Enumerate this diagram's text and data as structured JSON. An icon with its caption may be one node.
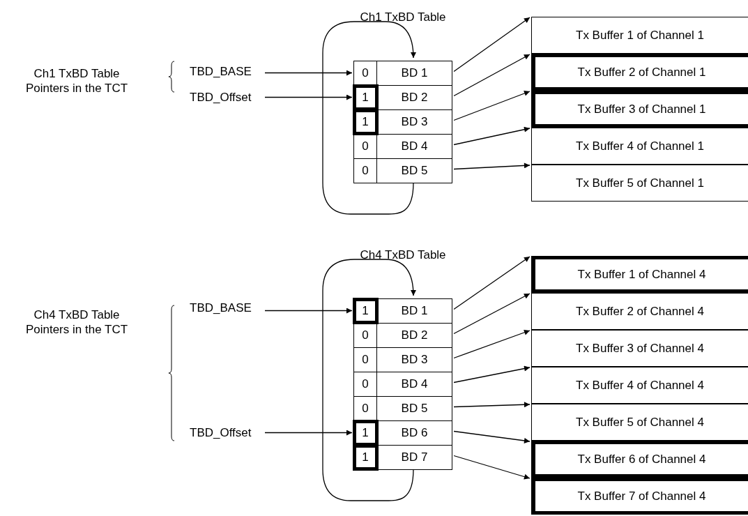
{
  "diagram": {
    "nodes": [
      {
        "text": [
          "Ch1 TxBD Table"
        ]
      },
      {
        "text": [
          "0",
          "BD 1"
        ],
        "in": 0
      },
      {
        "text": [
          "1",
          "BD 2"
        ],
        "in": 0
      },
      {
        "text": [
          "1",
          "BD 3"
        ],
        "in": 0
      },
      {
        "text": [
          "0",
          "BD 4"
        ],
        "in": 0
      },
      {
        "text": [
          "0",
          "BD 5"
        ],
        "in": 0
      },
      {
        "text": [
          "TBD_BASE"
        ]
      },
      {
        "text": [
          "TBD_Offset"
        ]
      },
      {
        "text": [
          "Tx Buffer 1 of Channel 1"
        ]
      },
      {
        "text": [
          "Tx Buffer 2 of Channel 1"
        ]
      },
      {
        "text": [
          "Tx Buffer 3 of Channel 1"
        ]
      },
      {
        "text": [
          "Tx Buffer 4 of Channel 1"
        ]
      },
      {
        "text": [
          "Tx Buffer 5 of Channel 1"
        ]
      },
      {
        "text": [
          "Ch4 TxBD Table"
        ]
      },
      {
        "text": [
          "1",
          "BD 1"
        ],
        "in": 13
      },
      {
        "text": [
          "0",
          "BD 2"
        ],
        "in": 13
      },
      {
        "text": [
          "0",
          "BD 3"
        ],
        "in": 13
      },
      {
        "text": [
          "0",
          "BD 4"
        ],
        "in": 13
      },
      {
        "text": [
          "0",
          "BD 5"
        ],
        "in": 13
      },
      {
        "text": [
          "1",
          "BD 6"
        ],
        "in": 13
      },
      {
        "text": [
          "1",
          "BD 7"
        ],
        "in": 13
      },
      {
        "text": [
          "TBD_BASE"
        ]
      },
      {
        "text": [
          "TBD_Offset"
        ]
      },
      {
        "text": [
          "Tx Buffer 1 of Channel 4"
        ]
      },
      {
        "text": [
          "Tx Buffer 2 of Channel 4"
        ]
      },
      {
        "text": [
          "Tx Buffer 3 of Channel 4"
        ]
      },
      {
        "text": [
          "Tx Buffer 4 of Channel 4"
        ]
      },
      {
        "text": [
          "Tx Buffer 5 of Channel 4"
        ]
      },
      {
        "text": [
          "Tx Buffer 6 of Channel 4"
        ]
      },
      {
        "text": [
          "Tx Buffer 7 of Channel 4"
        ]
      }
    ],
    "edges": [
      {
        "from": 6,
        "to": 1,
        "arrow": "to"
      },
      {
        "from": 7,
        "to": 2,
        "arrow": "to"
      },
      {
        "from": 5,
        "to": 1,
        "arrow": "to"
      },
      {
        "from": 1,
        "to": 8,
        "arrow": "to"
      },
      {
        "from": 2,
        "to": 9,
        "arrow": "to"
      },
      {
        "from": 3,
        "to": 10,
        "arrow": "to"
      },
      {
        "from": 4,
        "to": 11,
        "arrow": "to"
      },
      {
        "from": 5,
        "to": 12,
        "arrow": "to"
      },
      {
        "from": 21,
        "to": 14,
        "arrow": "to"
      },
      {
        "from": 22,
        "to": 19,
        "arrow": "to"
      },
      {
        "from": 20,
        "to": 14,
        "arrow": "to"
      },
      {
        "from": 14,
        "to": 23,
        "arrow": "to"
      },
      {
        "from": 15,
        "to": 24,
        "arrow": "to"
      },
      {
        "from": 16,
        "to": 25,
        "arrow": "to"
      },
      {
        "from": 17,
        "to": 26,
        "arrow": "to"
      },
      {
        "from": 18,
        "to": 27,
        "arrow": "to"
      },
      {
        "from": 19,
        "to": 28,
        "arrow": "to"
      },
      {
        "from": 20,
        "to": 29,
        "arrow": "to"
      }
    ],
    "labels": [
      "Ch1 TxBD Table Pointers in the TCT",
      "Ch4 TxBD Table Pointers in the TCT"
    ]
  }
}
